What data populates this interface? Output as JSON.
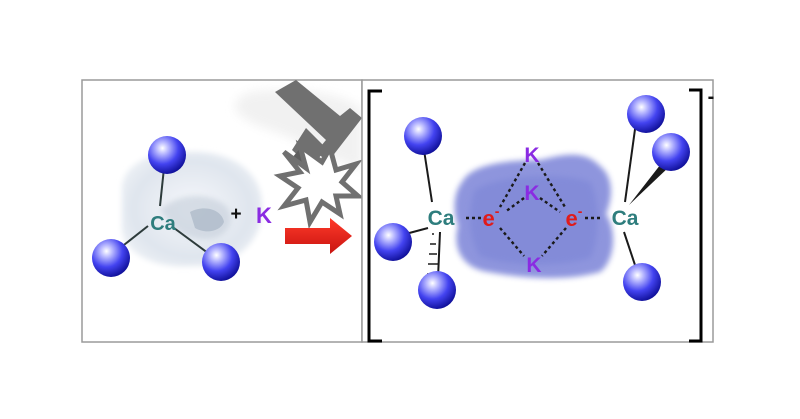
{
  "left_panel": {
    "metal_label": "Ca",
    "plus_label": "+",
    "reagent_label": "K"
  },
  "right_panel": {
    "metal_left_label": "Ca",
    "metal_right_label": "Ca",
    "electride_left_label": "e",
    "electride_right_label": "e",
    "electron_charge": "-",
    "potassium_top_label": "K",
    "potassium_middle_label": "K",
    "potassium_bottom_label": "K",
    "complex_charge": "-"
  },
  "icons": [
    "ball-mill-hammer-icon",
    "impact-burst-icon",
    "reaction-arrow-icon",
    "ligand-sphere-icon"
  ],
  "colors": {
    "sphere": "#3a3ae0",
    "calcium": "#2e7d7d",
    "potassium": "#8a2be2",
    "electron": "#e01b1b",
    "arrow": "#e8201c",
    "blob": "#8e95dd",
    "hammer": "#707070"
  }
}
